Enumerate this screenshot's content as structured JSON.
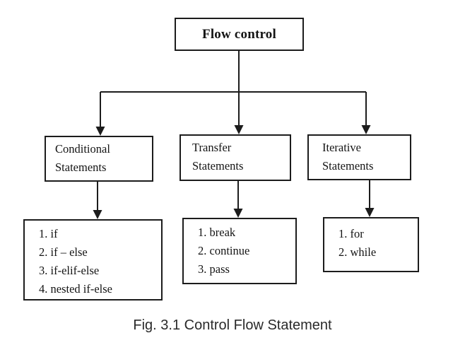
{
  "figure": {
    "root_label": "Flow control",
    "caption": "Fig. 3.1 Control Flow Statement",
    "branches": [
      {
        "title_lines": [
          "Conditional",
          "Statements"
        ],
        "items": [
          "1. if",
          "2. if – else",
          "3. if-elif-else",
          "4. nested if-else"
        ]
      },
      {
        "title_lines": [
          "Transfer",
          "Statements"
        ],
        "items": [
          "1. break",
          "2. continue",
          "3. pass"
        ]
      },
      {
        "title_lines": [
          "Iterative",
          "Statements"
        ],
        "items": [
          "1. for",
          "2. while"
        ]
      }
    ],
    "colors": {
      "ink": "#1c1c1c",
      "background": "#ffffff"
    }
  }
}
